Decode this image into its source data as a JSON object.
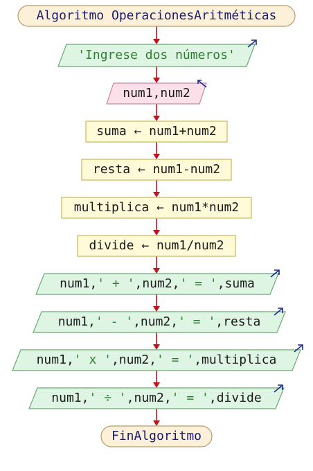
{
  "flowchart": {
    "start": "Algoritmo OperacionesAritméticas",
    "steps": [
      {
        "kind": "output",
        "text": "'Ingrese dos números'"
      },
      {
        "kind": "input",
        "text": "num1,num2"
      },
      {
        "kind": "assign",
        "text": "suma ← num1+num2"
      },
      {
        "kind": "assign",
        "text": "resta ← num1-num2"
      },
      {
        "kind": "assign",
        "text": "multiplica ← num1*num2"
      },
      {
        "kind": "assign",
        "text": "divide ← num1/num2"
      },
      {
        "kind": "output",
        "text": "num1,' + ',num2,' = ',suma"
      },
      {
        "kind": "output",
        "text": "num1,' - ',num2,' = ',resta"
      },
      {
        "kind": "output",
        "text": "num1,' x ',num2,' = ',multiplica"
      },
      {
        "kind": "output",
        "text": "num1,' ÷ ',num2,' = ',divide"
      }
    ],
    "end": "FinAlgoritmo"
  },
  "colors": {
    "terminal_fill": "#fdf0d8",
    "terminal_stroke": "#b59a6a",
    "output_fill": "#dff5e3",
    "output_stroke": "#6aa874",
    "input_fill": "#fbe0ea",
    "input_stroke": "#c98aa0",
    "process_fill": "#fffbd9",
    "process_stroke": "#c9b65a",
    "arrow": "#c0131a",
    "output_mark": "#1a2a8e"
  }
}
